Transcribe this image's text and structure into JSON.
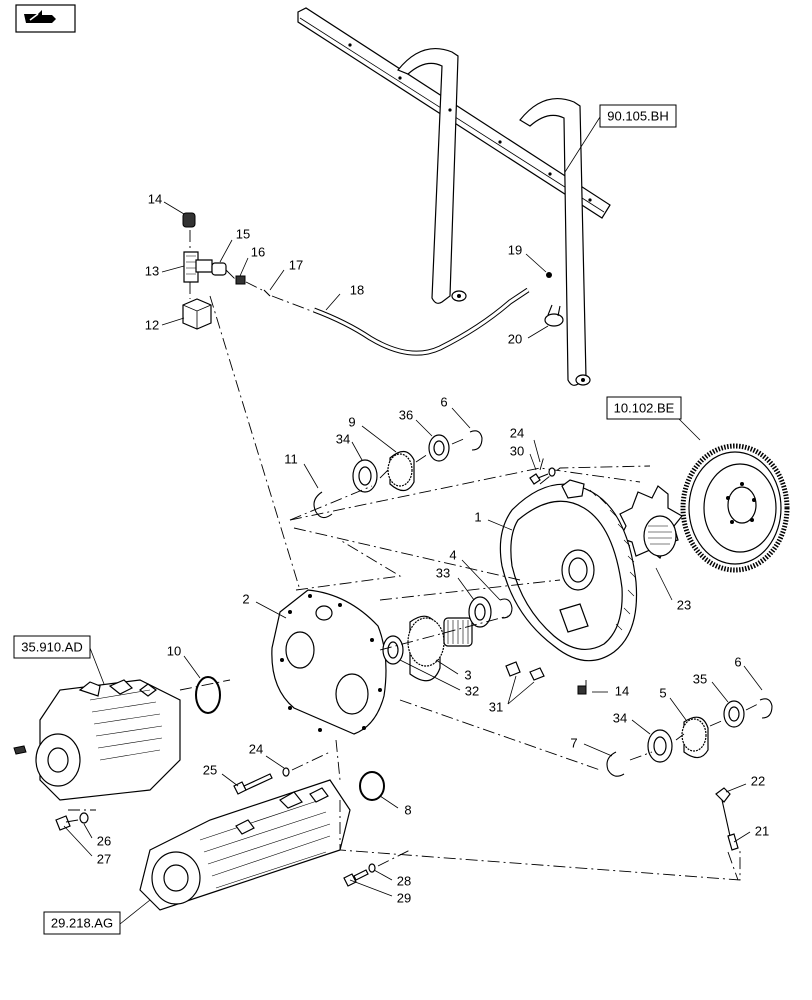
{
  "toolbar": {
    "navigate_icon": "arrow-page-icon"
  },
  "callouts": {
    "c1": "1",
    "c2": "2",
    "c3": "3",
    "c4": "4",
    "c5": "5",
    "c6a": "6",
    "c6b": "6",
    "c7": "7",
    "c8": "8",
    "c9": "9",
    "c10": "10",
    "c11": "11",
    "c12": "12",
    "c13": "13",
    "c14a": "14",
    "c14b": "14",
    "c15": "15",
    "c16": "16",
    "c17": "17",
    "c18": "18",
    "c19": "19",
    "c20": "20",
    "c21": "21",
    "c22": "22",
    "c23": "23",
    "c24a": "24",
    "c24b": "24",
    "c25": "25",
    "c26": "26",
    "c27": "27",
    "c28": "28",
    "c29": "29",
    "c30": "30",
    "c31": "31",
    "c32": "32",
    "c33": "33",
    "c34a": "34",
    "c34b": "34",
    "c35": "35",
    "c36": "36"
  },
  "references": {
    "frame": "90.105.BH",
    "flywheel": "10.102.BE",
    "pump_left": "35.910.AD",
    "pump_bottom": "29.218.AG"
  }
}
